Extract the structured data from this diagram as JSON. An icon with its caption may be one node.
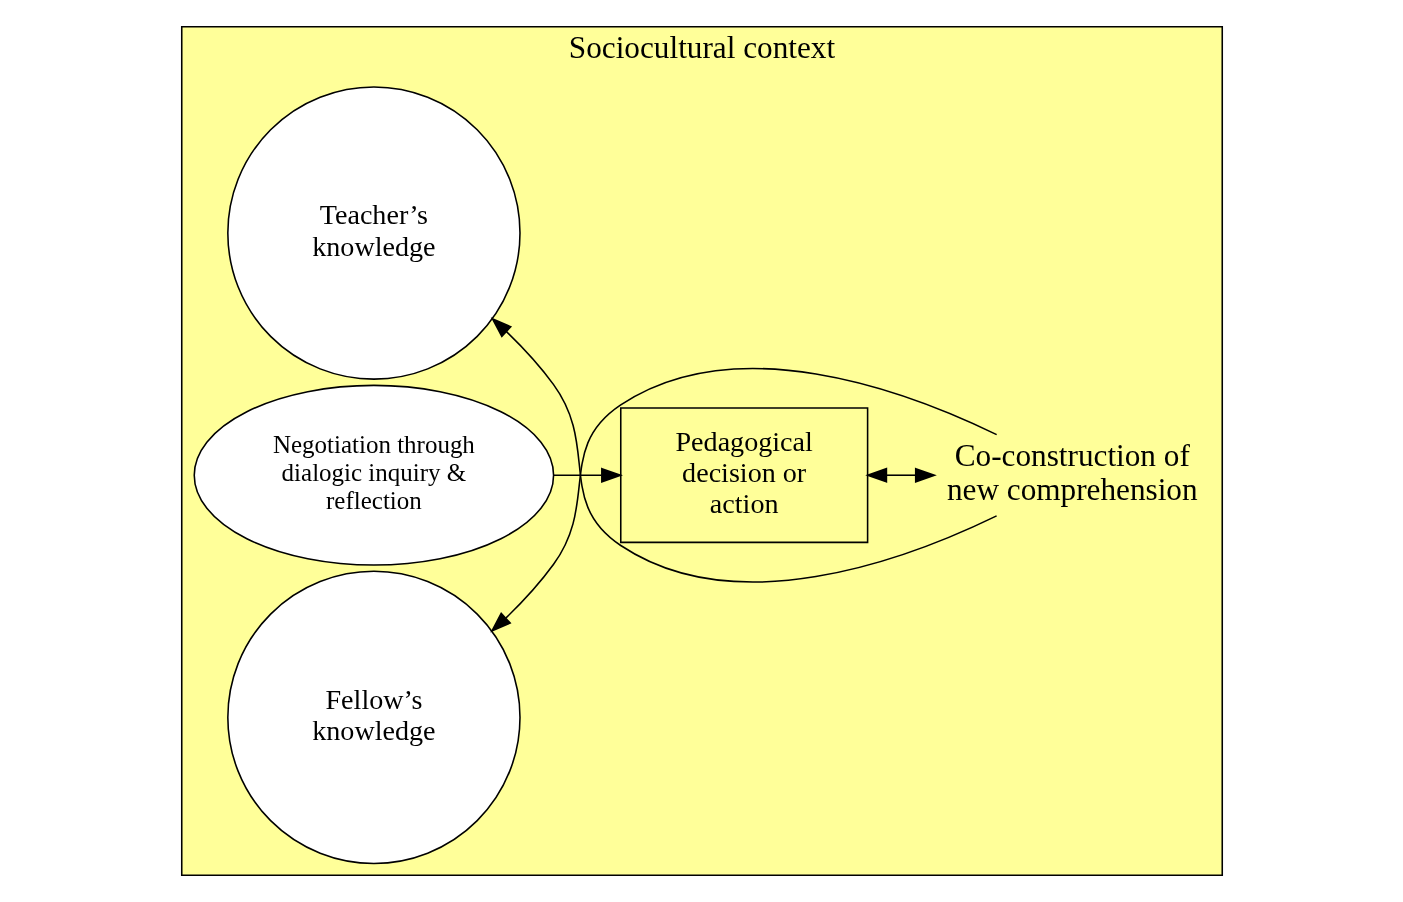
{
  "diagram": {
    "nodes": [
      {
        "text": [
          "Sociocultural context"
        ]
      },
      {
        "text": [
          "Fellow’s knowledge"
        ],
        "in": 0
      },
      {
        "text": [
          "Negotiation through dialogic inquiry & reflection"
        ],
        "in": 0
      },
      {
        "text": [
          "Teacher’s knowledge"
        ],
        "in": 0
      },
      {
        "text": [
          "Pedagogical decision or action"
        ],
        "in": 0
      },
      {
        "text": [
          "Co-construction of new comprehension"
        ],
        "in": 0
      }
    ],
    "edges": [
      {
        "from": 2,
        "to": 4,
        "arrow": "to"
      },
      {
        "from": 4,
        "to": 5,
        "arrow": "both"
      },
      {
        "from": 5,
        "to": 1,
        "arrow": "to"
      },
      {
        "from": 5,
        "to": 3,
        "arrow": "to"
      }
    ]
  }
}
